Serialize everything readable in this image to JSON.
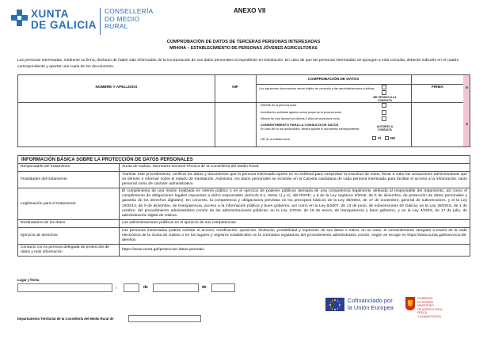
{
  "header": {
    "brand_line1": "XUNTA",
    "brand_line2": "DE GALICIA",
    "conselleria_line1": "CONSELLERÍA",
    "conselleria_line2": "DO MEDIO",
    "conselleria_line3": "RURAL",
    "anexo": "ANEXO VII",
    "title": "COMPROBACIÓN DE DATOS DE TERCERAS PERSONAS INTERESADAS",
    "subtitle": "MR404A – ESTABLECIMIENTO DE PERSONAS JÓVENES AGRICULTORAS"
  },
  "intro": "Las personas interesadas, mediante su firma, declaran de haber sido informadas de la incorporación de sus datos personales al expediente en tramitación. En caso de que las personas interesadas se opongan a esta consulta, deberán indicarlo en el cuadro correspondiente y aportar una copia de los documentos.",
  "persons_table": {
    "col_name": "NOMBRE Y APELLIDOS",
    "col_nif": "NIF",
    "col_check": "COMPROBACIÓN DE DATOS",
    "col_check_sub": "Los siguientes documentos serán objeto de consulta a las administraciones públicas",
    "col_sign": "FIRMA",
    "oppose_label": "ME OPONGO A LA CONSULTA",
    "docs": [
      "DNI/NIE de la persona socia",
      "Acreditación actividad agraria cuenta propia de la persona socia",
      "Informe de vida laboral nos últimos 5 años de la persona socia"
    ],
    "consent_title": "CONSENTIMIENTO PARA LA CONSULTA DE DATOS",
    "consent_text": "En caso de no dar autorización, deberá aportar el documento correspondiente",
    "nif_entity": "NIF de la entidad socia",
    "authorize_label": "AUTORIZO A CONSULTA",
    "yes": "SÍ",
    "no": "NO"
  },
  "info_table": {
    "title": "INFORMACIÓN BÁSICA SOBRE LA PROTECCIÓN DE DATOS PERSONALES",
    "rows": [
      {
        "k": "Responsable del tratamiento",
        "v": "Xunta de Galicia. Secretaría General Técnica de la Consellería del Medio Rural."
      },
      {
        "k": "Finalidades del tratamiento",
        "v": "Tramitar este procedimiento, verificar los datos y documentos que la persona interesada aporte en su solicitud para comprobar la exactitud de estos, llevar a cabo las actuaciones administrativas que se deriven e informar sobre el estado de tramitación. Asimismo, los datos personales se incluirán en la Carpeta ciudadana de cada persona interesada para facilitar el acceso a la información, tanto personal como de carácter administrativo."
      },
      {
        "k": "Legitimación para el tratamiento",
        "v": "El cumplimiento de una misión realizada en interés público o en el ejercicio de poderes públicos derivada de una competencia legalmente atribuida al responsable del tratamiento, así como el cumplimiento de obligaciones legales impuestas a dicho responsable (artículo 6.1, letras c) y e), del RGPD, y 8 de la Ley orgánica 3/2018, de 5 de diciembre, de protección de datos personales y garantía de los derechos digitales). En concreto, la competencia y obligaciones previstas en los preceptos básicos de la Ley 38/2003, de 17 de noviembre, general de subvenciones, y el la Ley 19/2013, de 9 de diciembre, de transparencia, acceso a la información pública y buen gobierno, así como en la Ley 9/2007, de 13 de junio, de subvenciones de Galicia; en la Ley 39/2015, de 1 de octubre, del procedimiento administrativo común de las administraciones públicas; en la Ley 1/2016, de 18 de enero, de transparencia y buen gobierno, y en la Ley 4/2019, de 17 de julio, de administración digital de Galicia."
      },
      {
        "k": "Destinatarios de los datos",
        "v": "Las administraciones públicas en el ejercicio de sus competencias."
      },
      {
        "k": "Ejercicio de derechos",
        "v": "Las personas interesadas podrán solicitar el acceso, rectificación, oposición, limitación, portabilidad y supresión de sus datos o retirar, en su caso, el consentimiento otorgado a través de la sede electrónica de la Xunta de Galicia o en los lugares y registros establecidos en la normativa reguladora del procedimiento administrativo común, según se recoge en https://www.xunta.gal/exercicio-de-dereitos"
      },
      {
        "k": "Contacto con la persona delegada de protección de datos y más información",
        "v": "https://www.xunta.gal/proteccion-datos-persoais"
      }
    ]
  },
  "form": {
    "lugar_label": "Lugar y fecha",
    "comma": ",",
    "de1": "de",
    "de2": "de",
    "depto_label": "Departamento Territorial de la Consellería del Medio Rural de"
  },
  "footer": {
    "eu_line1": "Cofinanciado por",
    "eu_line2": "la Unión Europea",
    "es_line1": "GOBIERNO",
    "es_line2": "DE ESPAÑA",
    "es_line3": "MINISTERIO",
    "es_line4": "DE AGRICULTURA, PESCA",
    "es_line5": "Y ALIMENTACIÓN"
  },
  "colors": {
    "xunta_blue": "#2a6fb5",
    "eu_blue": "#2b3f94",
    "accent_pink": "#f3c6d4",
    "spain_red": "#c1272d"
  }
}
